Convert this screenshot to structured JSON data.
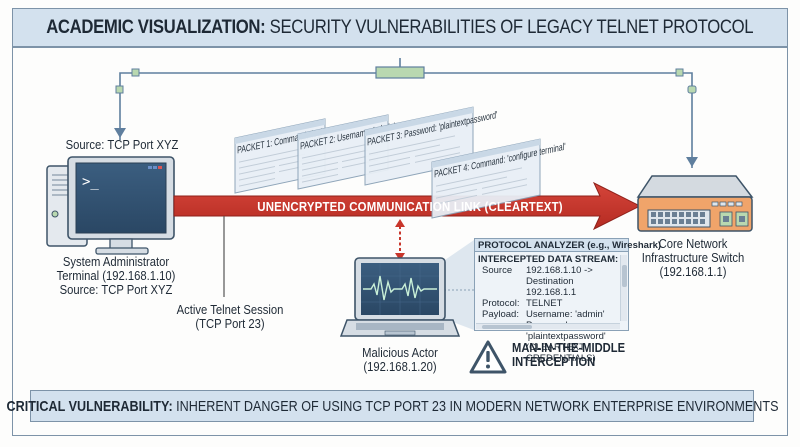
{
  "header": {
    "title_bold": "ACADEMIC VISUALIZATION:",
    "title_rest": " SECURITY VULNERABILITIES OF LEGACY TELNET PROTOCOL"
  },
  "footer": {
    "bold": "CRITICAL VULNERABILITY:",
    "rest": " INHERENT DANGER OF USING TCP PORT 23 IN MODERN NETWORK ENTERPRISE ENVIRONMENTS"
  },
  "source_node": {
    "top_label": "Source: TCP Port XYZ",
    "name_line1": "System Administrator",
    "name_line2": "Terminal (192.168.1.10)",
    "name_line3": "Source: TCP Port XYZ",
    "prompt": ">_",
    "icon": "desktop-computer-icon"
  },
  "destination_node": {
    "name_line1": "Core Network",
    "name_line2": "Infrastructure Switch",
    "name_line3": "(192.168.1.1)",
    "icon": "network-switch-icon"
  },
  "link": {
    "label": "UNENCRYPTED COMMUNICATION LINK (CLEARTEXT)",
    "session_line1": "Active Telnet Session",
    "session_line2": "(TCP Port 23)",
    "color": "#c8362b"
  },
  "packets": [
    {
      "title": "PACKET 1: Command: 'login'"
    },
    {
      "title": "PACKET 2: Username: 'admin'"
    },
    {
      "title": "PACKET 3: Password: 'plaintextpassword'"
    },
    {
      "title": "PACKET 4: Command: 'configure terminal'"
    }
  ],
  "attacker": {
    "name_line1": "Malicious Actor",
    "name_line2": "(192.168.1.20)",
    "icon": "laptop-waveform-icon"
  },
  "analyzer": {
    "title": "PROTOCOL ANALYZER (e.g., Wireshark)",
    "subtitle": "INTERCEPTED DATA STREAM:",
    "rows": [
      {
        "key": "Source",
        "value": "192.168.1.10 -> Destination\n192.168.1.1"
      },
      {
        "key": "Protocol:",
        "value": "TELNET"
      },
      {
        "key": "Payload:",
        "value": "Username: 'admin'\nPassword: 'plaintextpassword'\n(CLEARTEXT CREDENTIALS)"
      }
    ]
  },
  "warning": {
    "line1": "MAN-IN-THE-MIDDLE",
    "line2": "INTERCEPTION",
    "icon": "warning-triangle-icon"
  },
  "colors": {
    "accent_blue": "#d3e1ee",
    "border_blue": "#7d93a8",
    "danger_red": "#c8362b",
    "switch_orange": "#f0a46a",
    "connector_green": "#b9d8b0"
  }
}
